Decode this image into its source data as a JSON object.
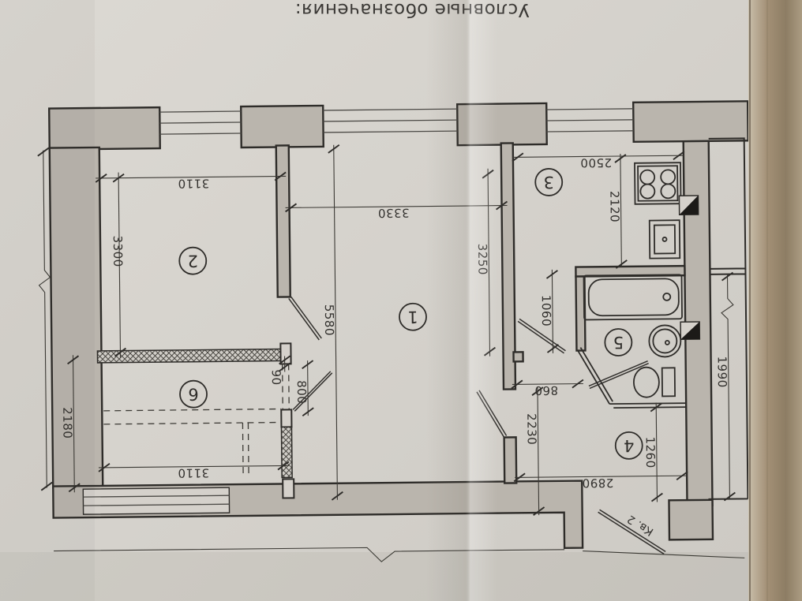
{
  "photo": {
    "title": "Условные обозначения:",
    "entrance_label": "Кв. 2"
  },
  "rooms": {
    "r1": "1",
    "r2": "2",
    "r3": "3",
    "r4": "4",
    "r5": "5",
    "r6": "6"
  },
  "dims": {
    "room2_width": "3110",
    "room2_depth": "3300",
    "room1_width": "3330",
    "room1_depth": "5580",
    "room1_east": "3250",
    "kitchen_width": "2500",
    "kitchen_depth": "2120",
    "bath_wall": "1060",
    "hall_passage": "860",
    "hall_depth": "2230",
    "hall_east": "1260",
    "hall_width": "2890",
    "room6_depth": "2180",
    "room6_width": "3110",
    "pier_gap": "90",
    "pier_span": "800",
    "stair_flight": "1990"
  },
  "colors": {
    "paper": "#d5d1cb",
    "ink": "#2e2c29",
    "wall_fill": "#bab5ad",
    "page_edge": "#9a8a70"
  }
}
